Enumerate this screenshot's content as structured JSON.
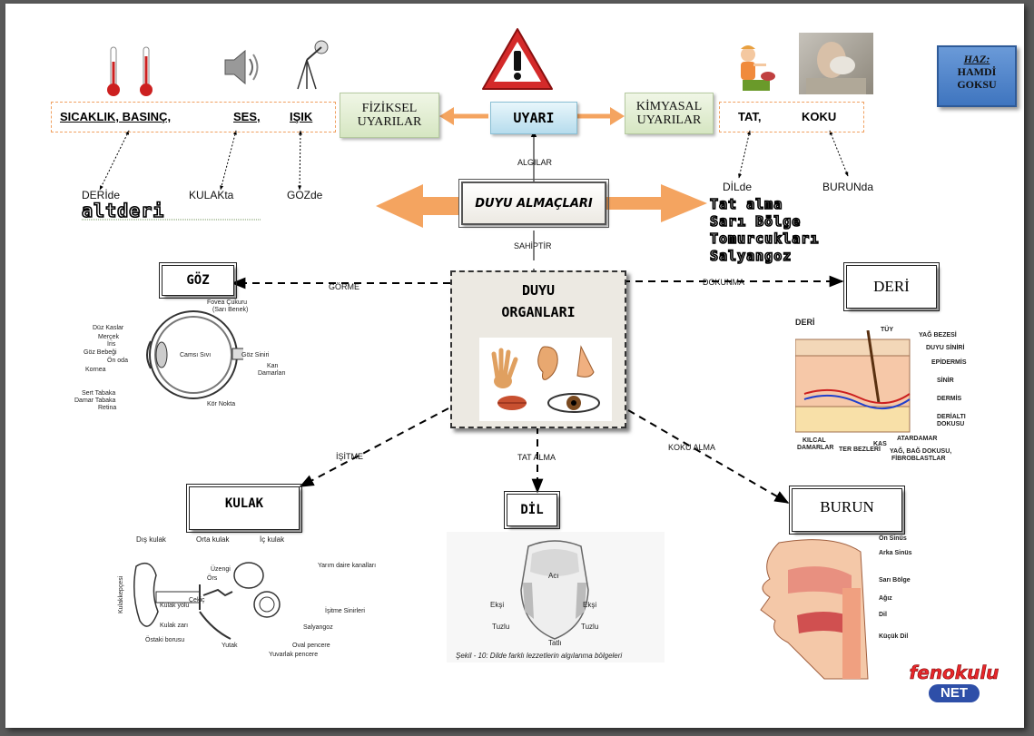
{
  "author": {
    "title": "HAZ:",
    "name_line1": "HAMDİ",
    "name_line2": "GOKSU"
  },
  "stimulus": {
    "center": "UYARI",
    "physical": "FİZİKSEL UYARILAR",
    "chemical": "KİMYASAL UYARILAR"
  },
  "physical_items": {
    "heat": "SICAKLIK, BASINÇ,",
    "sound": "SES,",
    "light": "IŞIK"
  },
  "chemical_items": {
    "taste": "TAT,",
    "smell": "KOKU"
  },
  "receiver_locations": {
    "skin": "DERİde",
    "ear": "KULAKta",
    "eye": "GOZde",
    "tongue": "DİLde",
    "nose": "BURUNda"
  },
  "altderi": "altderi",
  "tongue_terms": [
    "Tat alma",
    "Sarı Bölge",
    "Tomurcukları",
    "Salyangoz"
  ],
  "receptors": "DUYU ALMAÇLARI",
  "edge_labels": {
    "algilar": "ALGILAR",
    "sahiptir": "SAHİPTİR",
    "gorme": "GÖRME",
    "dokunma": "DOKUNMA",
    "isitme": "İŞİTME",
    "tat_alma": "TAT ALMA",
    "koku_alma": "KOKU ALMA"
  },
  "center_title": {
    "line1": "DUYU",
    "line2": "ORGANLARI"
  },
  "organs": {
    "eye": "GÖZ",
    "skin": "DERİ",
    "ear": "KULAK",
    "tongue": "DİL",
    "nose": "BURUN"
  },
  "eye_figure": {
    "labels": [
      "Düz Kaslar",
      "Merçek",
      "İris",
      "Göz Bebeği",
      "Ön oda",
      "Kornea",
      "Sert Tabaka",
      "Damar Tabaka",
      "Retina",
      "Fovea Çukuru",
      "(Sarı Benek)",
      "Camsı Sıvı",
      "Göz Siniri",
      "Kan",
      "Damarları",
      "Kör Nokta"
    ]
  },
  "skin_figure": {
    "title": "DERİ",
    "labels": [
      "TÜY",
      "YAĞ BEZESİ",
      "DUYU SİNİRİ",
      "EPİDERMİS",
      "SİNİR",
      "DERMİS",
      "DERİALTI",
      "DOKUSU",
      "KILCAL",
      "DAMARLAR",
      "TER BEZLERİ",
      "KAS",
      "ATARDAMAR",
      "YAĞ, BAĞ DOKUSU,",
      "FİBROBLASTLAR"
    ]
  },
  "ear_figure": {
    "sections": [
      "Dış kulak",
      "Orta kulak",
      "İç kulak"
    ],
    "labels": [
      "Üzengi",
      "Örs",
      "Yarım daire kanalları",
      "Kulakkepçesi",
      "Kulak yolu",
      "Çekiç",
      "İşitme Sinirleri",
      "Kulak zarı",
      "Salyangoz",
      "Östaki borusu",
      "Yutak",
      "Oval pencere",
      "Yuvarlak pencere"
    ]
  },
  "tongue_figure": {
    "labels": [
      "Acı",
      "Ekşi",
      "Ekşi",
      "Tuzlu",
      "Tuzlu",
      "Tatlı"
    ],
    "caption": "Şekil - 10: Dilde farklı lezzetlerin algılanma bölgeleri"
  },
  "nose_figure": {
    "labels": [
      "Ön Sinüs",
      "Arka Sinüs",
      "Sarı Bölge",
      "Ağız",
      "Dil",
      "Küçük Dil"
    ]
  },
  "logo": {
    "top": "fenokulu",
    "bottom": "NET"
  },
  "colors": {
    "orange_arrow": "#f4a460",
    "uyari_blue": "#bfe3f0",
    "green_box": "#dcebc9",
    "author_blue": "#4a7fc0",
    "logo_red": "#e8262a"
  }
}
